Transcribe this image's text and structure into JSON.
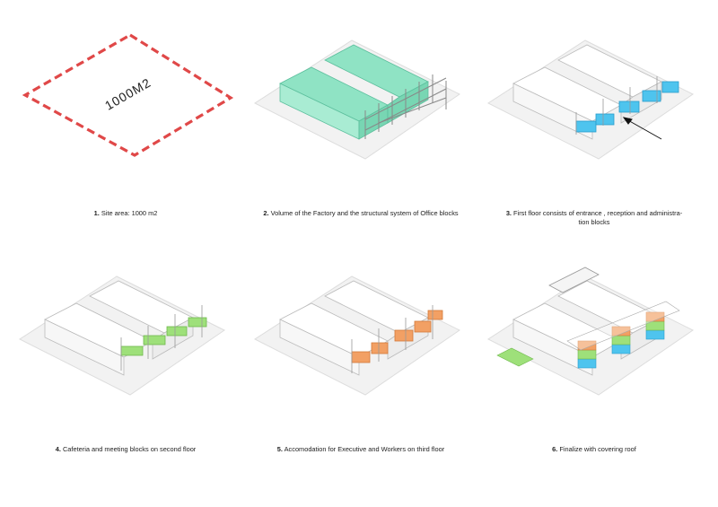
{
  "steps": [
    {
      "number": "1.",
      "text": "Site area: 1000 m2",
      "site_label": "1000M2"
    },
    {
      "number": "2.",
      "text": "Volume of the Factory and the structural system of Office blocks"
    },
    {
      "number": "3.",
      "text": "First floor consists of entrance , reception and administra-",
      "text2": "tion blocks"
    },
    {
      "number": "4.",
      "text": "Cafeteria and meeting blocks on second floor"
    },
    {
      "number": "5.",
      "text": "Accomodation for Executive and Workers on third floor"
    },
    {
      "number": "6.",
      "text": "Finalize with covering roof"
    }
  ],
  "colors": {
    "site_outline": "#e04848",
    "factory_volume": "#8fe3c4",
    "first_floor": "#4ec4ee",
    "second_floor": "#9ee07a",
    "third_floor": "#f2a064",
    "structure": "#888888",
    "ground": "#f2f2f2"
  },
  "icons": {
    "arrow": "arrow-icon"
  }
}
